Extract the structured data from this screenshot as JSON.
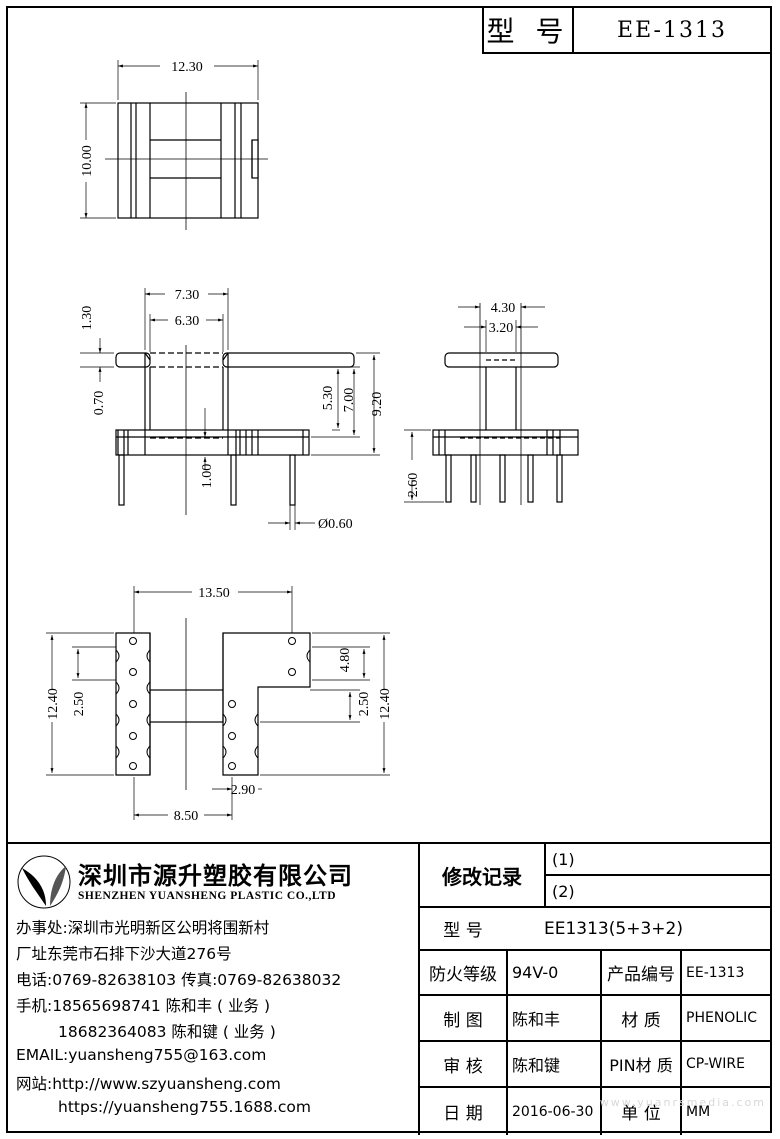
{
  "header": {
    "model_label": "型 号",
    "model_value": "EE-1313"
  },
  "dimensions": {
    "top_width": "12.30",
    "top_height": "10.00",
    "front_w1": "7.30",
    "front_w2": "6.30",
    "front_d130": "1.30",
    "front_d070": "0.70",
    "front_d530": "5.30",
    "front_d700": "7.00",
    "front_d920": "9.20",
    "front_d100": "1.00",
    "pin_dia": "Ø0.60",
    "side_w1": "4.30",
    "side_w2": "3.20",
    "side_h": "2.60",
    "bottom_w": "13.50",
    "bottom_h_left": "12.40",
    "bottom_p1": "2.50",
    "bottom_p2": "2.50",
    "bottom_d480": "4.80",
    "bottom_h_right": "12.40",
    "bottom_d290": "2.90",
    "bottom_d850": "8.50"
  },
  "company": {
    "name_cn": "深圳市源升塑胶有限公司",
    "name_en": "SHENZHEN YUANSHENG PLASTIC CO.,LTD",
    "office": "办事处:深圳市光明新区公明将围新村",
    "factory": "厂址东莞市石排下沙大道276号",
    "tel": "电话:0769-82638103 传真:0769-82638032",
    "mobile1": "手机:18565698741 陈和丰 ( 业务 )",
    "mobile2": "18682364083 陈和键 ( 业务 )",
    "email": "EMAIL:yuansheng755@163.com",
    "web1": "网站:http://www.szyuansheng.com",
    "web2": "https://yuansheng755.1688.com"
  },
  "titleblock": {
    "revision_label": "修改记录",
    "rev1": "(1)",
    "rev2": "(2)",
    "type_label": "型 号",
    "type_value": "EE1313(5+3+2)",
    "fire_label": "防火等级",
    "fire_value": "94V-0",
    "code_label": "产品编号",
    "code_value": "EE-1313",
    "drawn_label": "制 图",
    "drawn_value": "陈和丰",
    "material_label": "材 质",
    "material_value": "PHENOLIC",
    "check_label": "审 核",
    "check_value": "陈和键",
    "pin_label": "PIN材 质",
    "pin_value": "CP-WIRE",
    "date_label": "日 期",
    "date_value": "2016-06-30",
    "unit_label": "单 位",
    "unit_value": "MM"
  },
  "watermark": "www.yuanrsmedia.com"
}
